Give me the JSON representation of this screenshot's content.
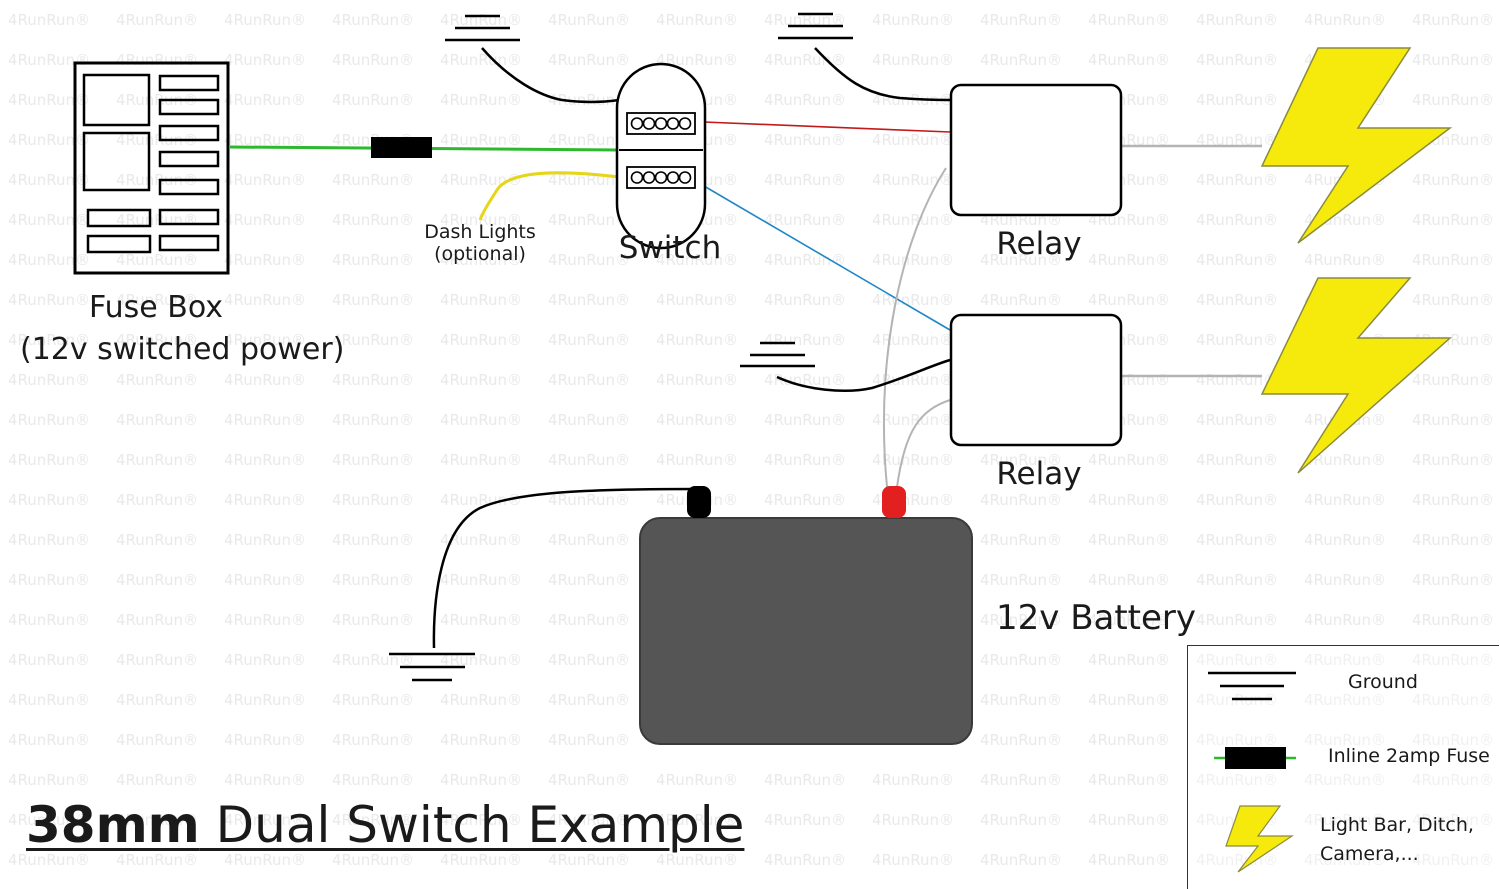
{
  "watermark_text": "4RunRun®",
  "colors": {
    "green_wire": "#2db82d",
    "red_wire": "#c21a1a",
    "blue_wire": "#1f86c8",
    "yellow_wire": "#e6d61a",
    "gray_wire": "#b4b4b4",
    "battery": "#555555",
    "positive_terminal": "#e32020",
    "negative_terminal": "#000000",
    "bolt": "#f6ea0d"
  },
  "labels": {
    "fuse_box": "Fuse Box",
    "fuse_box_sub": "(12v switched power)",
    "switch": "Switch",
    "dash_lights": "Dash Lights",
    "dash_lights_sub": "(optional)",
    "relay_top": "Relay",
    "relay_bottom": "Relay",
    "battery": "12v Battery"
  },
  "title": {
    "bold": "38mm",
    "rest": " Dual Switch Example"
  },
  "legend": {
    "ground": "Ground",
    "fuse": "Inline 2amp Fuse",
    "light_line1": "Light Bar, Ditch,",
    "light_line2": "Camera,..."
  },
  "icons": [
    "ground-icon",
    "inline-fuse-icon",
    "lightning-bolt-icon",
    "fuse-box-icon",
    "switch-icon",
    "relay-icon",
    "battery-icon"
  ]
}
